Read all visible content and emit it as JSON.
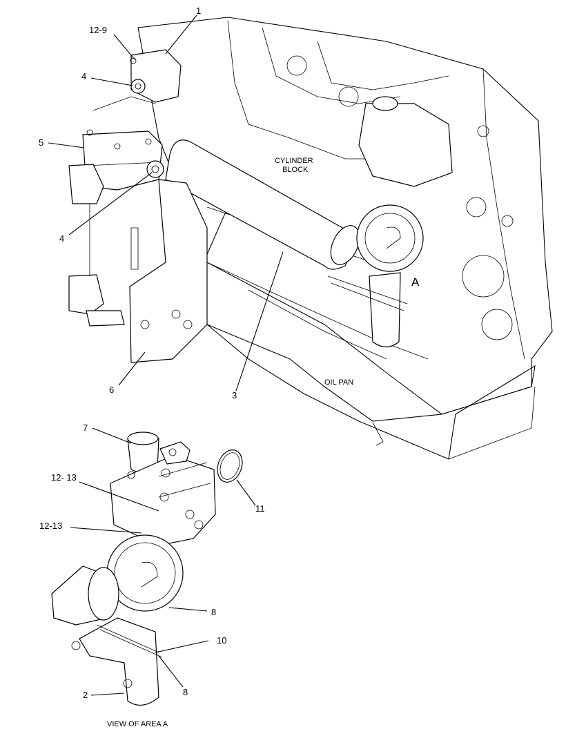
{
  "main_view": {
    "callouts": [
      {
        "id": "c1",
        "text": "1"
      },
      {
        "id": "c12-9",
        "text": "12-9"
      },
      {
        "id": "c4a",
        "text": "4"
      },
      {
        "id": "c5",
        "text": "5"
      },
      {
        "id": "c4b",
        "text": "4"
      },
      {
        "id": "c6",
        "text": "6"
      },
      {
        "id": "c3",
        "text": "3"
      },
      {
        "id": "cA",
        "text": "A"
      }
    ],
    "cylinder_block_label_line1": "CYLINDER",
    "cylinder_block_label_line2": "BLOCK",
    "oil_pan_label": "OIL PAN"
  },
  "detail_view": {
    "title": "VIEW OF AREA  A",
    "callouts": [
      {
        "id": "c7",
        "text": "7"
      },
      {
        "id": "c12-13a",
        "text": "12- 13"
      },
      {
        "id": "c12-13b",
        "text": "12-13"
      },
      {
        "id": "c11",
        "text": "11"
      },
      {
        "id": "c8a",
        "text": "8"
      },
      {
        "id": "c10",
        "text": "10"
      },
      {
        "id": "c8b",
        "text": "8"
      },
      {
        "id": "c2",
        "text": "2"
      }
    ]
  }
}
